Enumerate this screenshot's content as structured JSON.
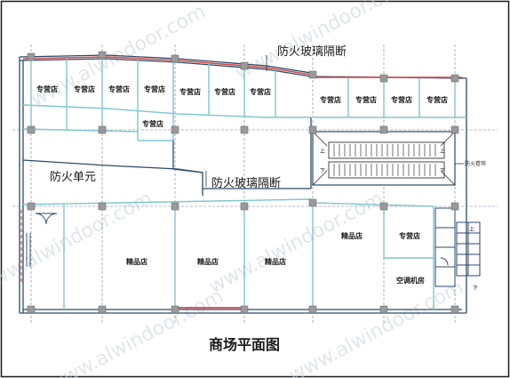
{
  "diagram": {
    "title": "商场平面图",
    "watermark": "www.alwindoor.com",
    "labels": {
      "fire_glass_partition": "防火玻璃隔断",
      "fire_unit": "防火单元",
      "specialty_store": "专营店",
      "boutique": "精品店",
      "ac_room": "空调机房",
      "fire_shutter": "防火卷帘",
      "up": "上",
      "down": "下"
    },
    "colors": {
      "outline": "#2a4a6a",
      "partition": "#7fc6d0",
      "column": "#9a9a9a",
      "fire_line": "#d24a4a",
      "hatch": "#b03a3a"
    }
  }
}
